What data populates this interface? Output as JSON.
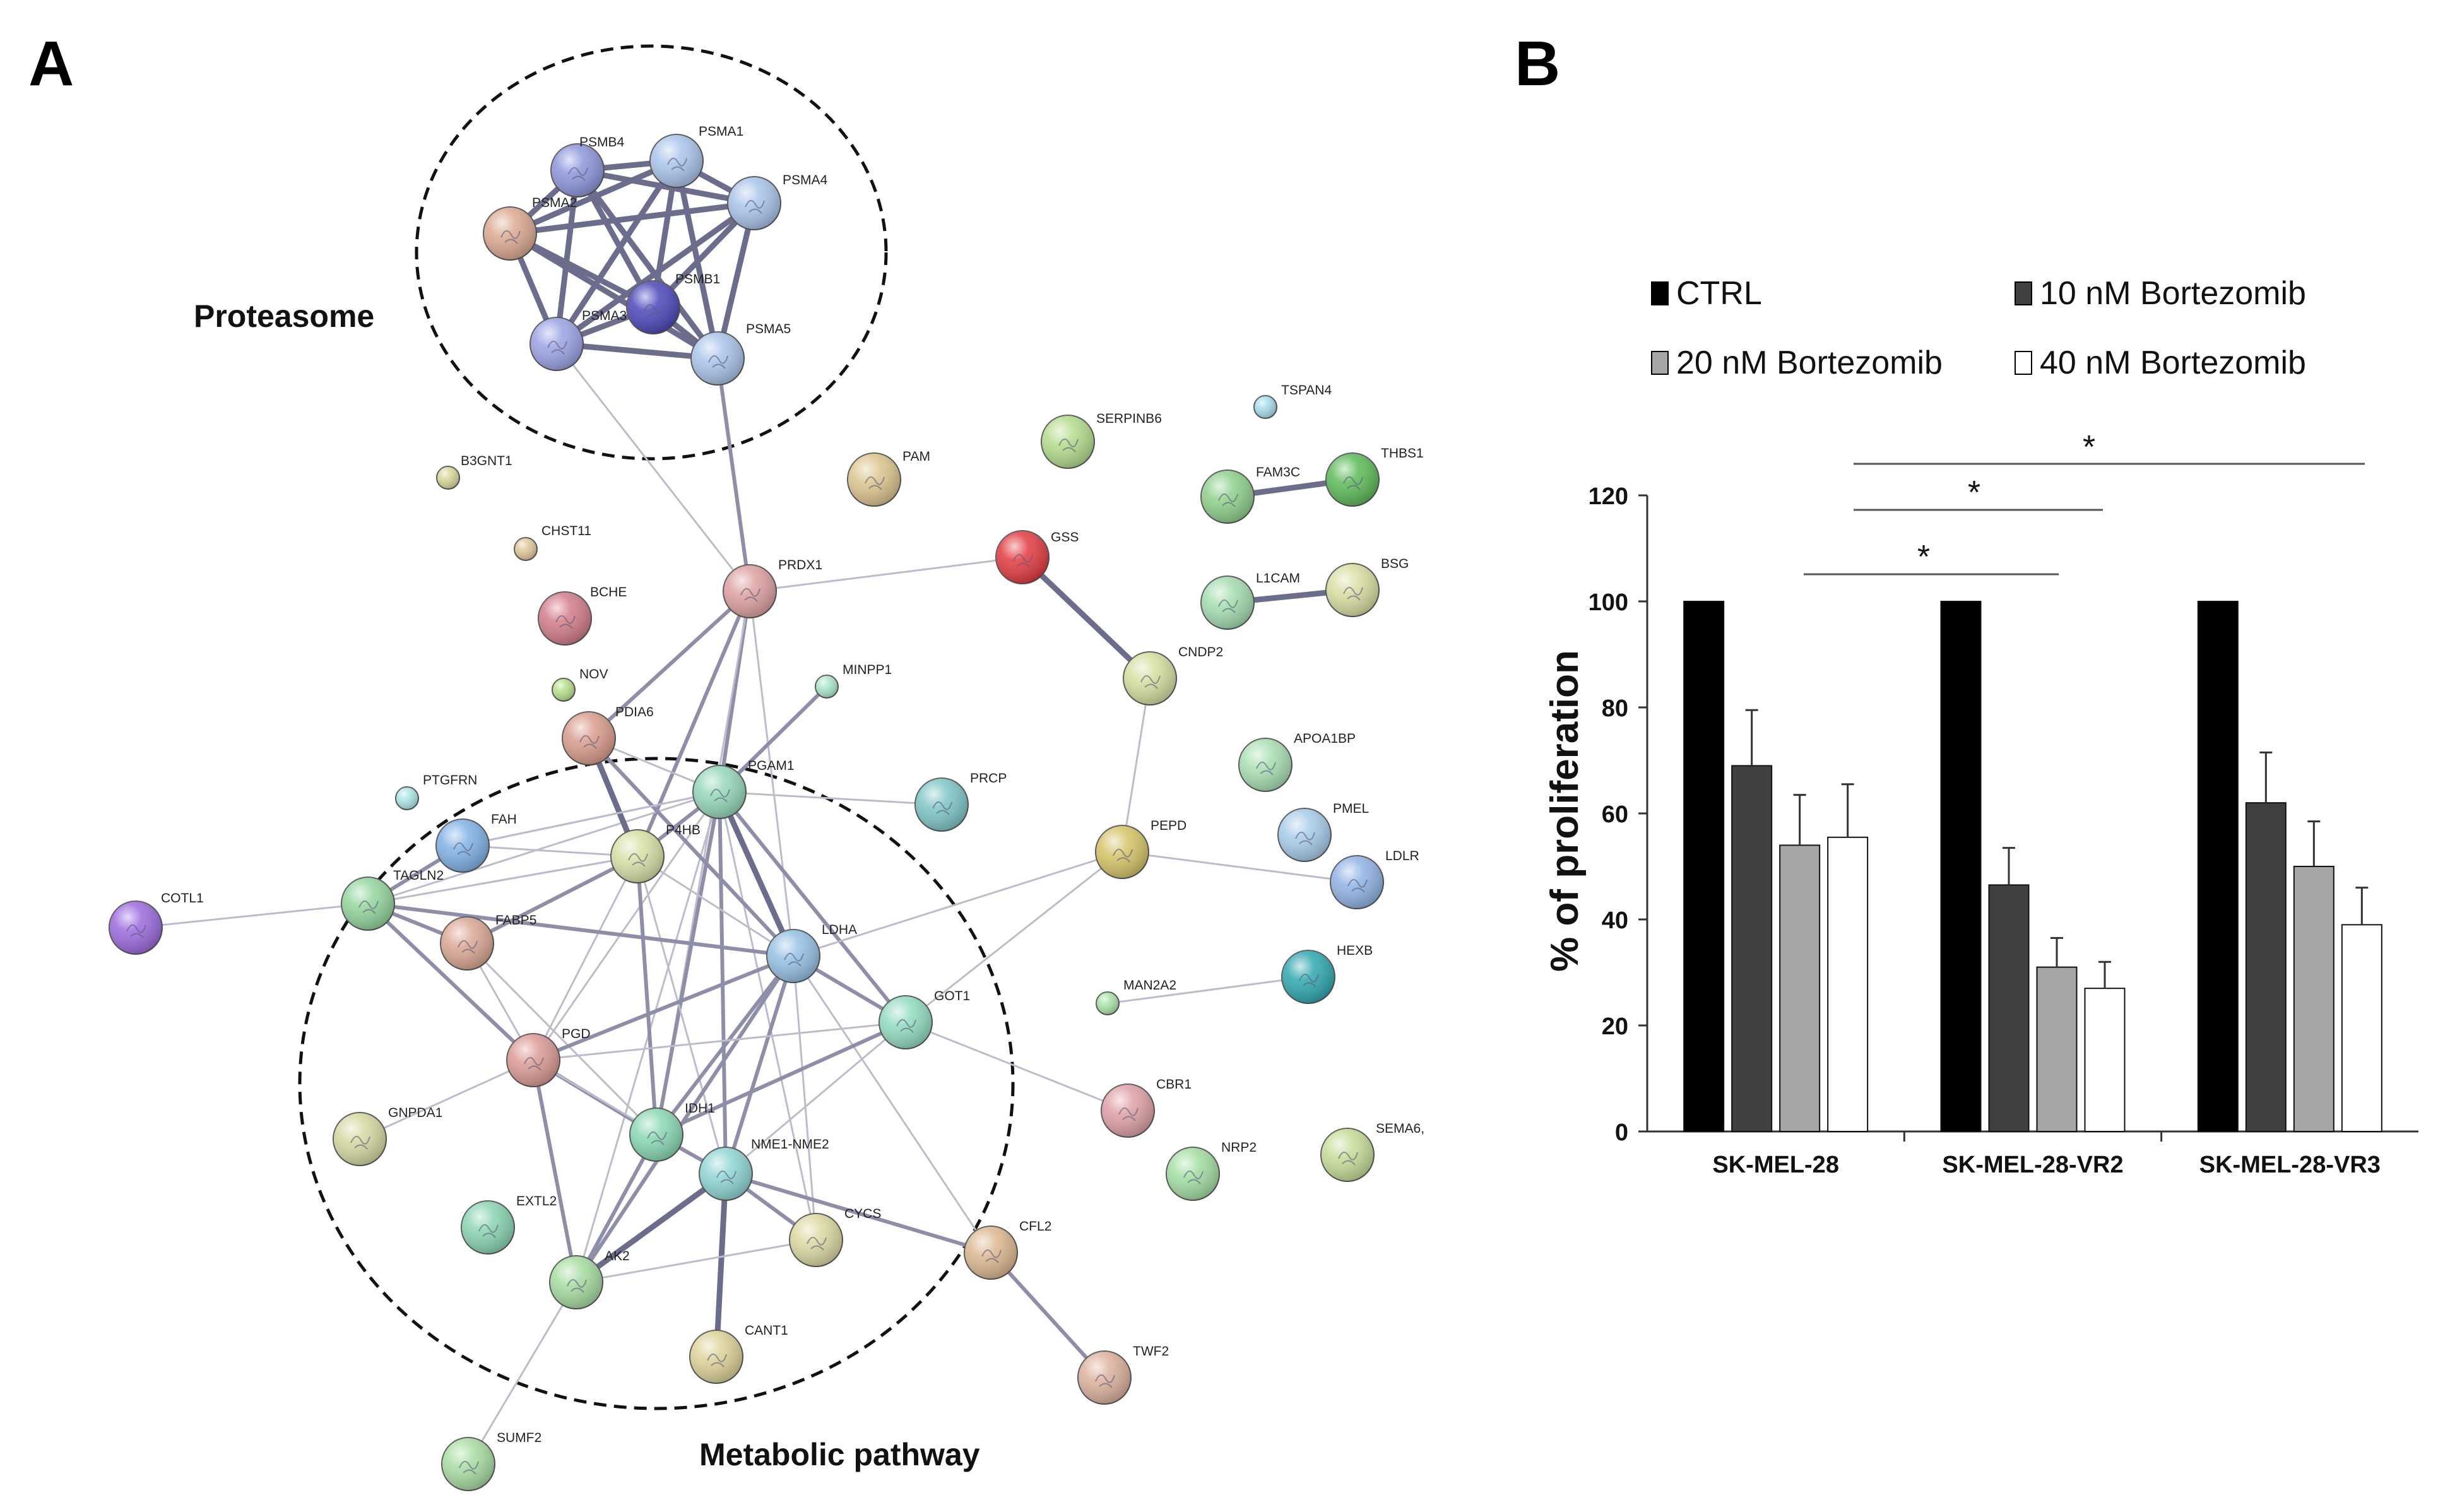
{
  "panel_a": {
    "label": "A",
    "group_labels": {
      "proteasome": "Proteasome",
      "metabolic": "Metabolic pathway"
    },
    "nodes": [
      {
        "id": "PSMB4",
        "label": "PSMB4",
        "color": "#8c96dc",
        "size": "l"
      },
      {
        "id": "PSMA1",
        "label": "PSMA1",
        "color": "#a9c4ea",
        "size": "l"
      },
      {
        "id": "PSMA4",
        "label": "PSMA4",
        "color": "#a9c4ea",
        "size": "l"
      },
      {
        "id": "PSMA2",
        "label": "PSMA2",
        "color": "#dca891",
        "size": "l"
      },
      {
        "id": "PSMB1",
        "label": "PSMB1",
        "color": "#4b47b9",
        "size": "l"
      },
      {
        "id": "PSMA3",
        "label": "PSMA3",
        "color": "#9aa3e4",
        "size": "l"
      },
      {
        "id": "PSMA5",
        "label": "PSMA5",
        "color": "#a9c4ea",
        "size": "l"
      },
      {
        "id": "B3GNT1",
        "label": "B3GNT1",
        "color": "#d9d699",
        "size": "s"
      },
      {
        "id": "CHST11",
        "label": "CHST11",
        "color": "#e0c898",
        "size": "s"
      },
      {
        "id": "BCHE",
        "label": "BCHE",
        "color": "#d27c88",
        "size": "l"
      },
      {
        "id": "NOV",
        "label": "NOV",
        "color": "#b5e08a",
        "size": "s"
      },
      {
        "id": "PDIA6",
        "label": "PDIA6",
        "color": "#d99c8c",
        "size": "l"
      },
      {
        "id": "PAM",
        "label": "PAM",
        "color": "#dcc58e",
        "size": "l"
      },
      {
        "id": "SERPINB6",
        "label": "SERPINB6",
        "color": "#b4dc8c",
        "size": "l"
      },
      {
        "id": "TSPAN4",
        "label": "TSPAN4",
        "color": "#a6dcea",
        "size": "s"
      },
      {
        "id": "FAM3C",
        "label": "FAM3C",
        "color": "#8ed08c",
        "size": "l"
      },
      {
        "id": "THBS1",
        "label": "THBS1",
        "color": "#5cbb57",
        "size": "l"
      },
      {
        "id": "GSS",
        "label": "GSS",
        "color": "#e23a3f",
        "size": "l"
      },
      {
        "id": "PRDX1",
        "label": "PRDX1",
        "color": "#dea0a0",
        "size": "l"
      },
      {
        "id": "L1CAM",
        "label": "L1CAM",
        "color": "#a4ddb0",
        "size": "l"
      },
      {
        "id": "BSG",
        "label": "BSG",
        "color": "#d8dea0",
        "size": "l"
      },
      {
        "id": "CNDP2",
        "label": "CNDP2",
        "color": "#d6de9e",
        "size": "l"
      },
      {
        "id": "MINPP1",
        "label": "MINPP1",
        "color": "#a8e6cc",
        "size": "s"
      },
      {
        "id": "APOA1BP",
        "label": "APOA1BP",
        "color": "#a9dfb3",
        "size": "l"
      },
      {
        "id": "PTGFRN",
        "label": "PTGFRN",
        "color": "#a9e6e6",
        "size": "s"
      },
      {
        "id": "PGAM1",
        "label": "PGAM1",
        "color": "#94d7ba",
        "size": "l"
      },
      {
        "id": "PRCP",
        "label": "PRCP",
        "color": "#7ec6c6",
        "size": "l"
      },
      {
        "id": "PMEL",
        "label": "PMEL",
        "color": "#a6ccea",
        "size": "l"
      },
      {
        "id": "FAH",
        "label": "FAH",
        "color": "#7fb2e5",
        "size": "l"
      },
      {
        "id": "P4HB",
        "label": "P4HB",
        "color": "#d8e0a6",
        "size": "l"
      },
      {
        "id": "PEPD",
        "label": "PEPD",
        "color": "#d6c466",
        "size": "l"
      },
      {
        "id": "LDLR",
        "label": "LDLR",
        "color": "#8fb3e5",
        "size": "l"
      },
      {
        "id": "COTL1",
        "label": "COTL1",
        "color": "#9b6ade",
        "size": "l"
      },
      {
        "id": "TAGLN2",
        "label": "TAGLN2",
        "color": "#92d59c",
        "size": "l"
      },
      {
        "id": "FABP5",
        "label": "FABP5",
        "color": "#dba793",
        "size": "l"
      },
      {
        "id": "LDHA",
        "label": "LDHA",
        "color": "#95c1e4",
        "size": "l"
      },
      {
        "id": "HEXB",
        "label": "HEXB",
        "color": "#2ea8b0",
        "size": "l"
      },
      {
        "id": "MAN2A2",
        "label": "MAN2A2",
        "color": "#a8e3a8",
        "size": "s"
      },
      {
        "id": "GOT1",
        "label": "GOT1",
        "color": "#92dcc0",
        "size": "l"
      },
      {
        "id": "PGD",
        "label": "PGD",
        "color": "#db9a94",
        "size": "l"
      },
      {
        "id": "CBR1",
        "label": "CBR1",
        "color": "#dea0a6",
        "size": "l"
      },
      {
        "id": "GNPDA1",
        "label": "GNPDA1",
        "color": "#d6d8a0",
        "size": "l"
      },
      {
        "id": "IDH1",
        "label": "IDH1",
        "color": "#89d8b3",
        "size": "l"
      },
      {
        "id": "NME1-NME2",
        "label": "NME1-NME2",
        "color": "#8ed6d4",
        "size": "l"
      },
      {
        "id": "SEMA6A",
        "label": "SEMA6,",
        "color": "#c6dd96",
        "size": "l"
      },
      {
        "id": "NRP2",
        "label": "NRP2",
        "color": "#a2dea2",
        "size": "l"
      },
      {
        "id": "EXTL2",
        "label": "EXTL2",
        "color": "#89d4b2",
        "size": "l"
      },
      {
        "id": "CYCS",
        "label": "CYCS",
        "color": "#dcd8a2",
        "size": "l"
      },
      {
        "id": "CFL2",
        "label": "CFL2",
        "color": "#dcb890",
        "size": "l"
      },
      {
        "id": "AK2",
        "label": "AK2",
        "color": "#a6dca0",
        "size": "l"
      },
      {
        "id": "CANT1",
        "label": "CANT1",
        "color": "#dcd296",
        "size": "l"
      },
      {
        "id": "TWF2",
        "label": "TWF2",
        "color": "#dcb09c",
        "size": "l"
      },
      {
        "id": "SUMF2",
        "label": "SUMF2",
        "color": "#a9dca2",
        "size": "l"
      }
    ],
    "edges": [
      [
        "PSMB4",
        "PSMA1",
        3
      ],
      [
        "PSMB4",
        "PSMA4",
        3
      ],
      [
        "PSMB4",
        "PSMA2",
        3
      ],
      [
        "PSMB4",
        "PSMB1",
        3
      ],
      [
        "PSMB4",
        "PSMA3",
        3
      ],
      [
        "PSMB4",
        "PSMA5",
        3
      ],
      [
        "PSMA1",
        "PSMA4",
        3
      ],
      [
        "PSMA1",
        "PSMA2",
        3
      ],
      [
        "PSMA1",
        "PSMB1",
        3
      ],
      [
        "PSMA1",
        "PSMA3",
        3
      ],
      [
        "PSMA1",
        "PSMA5",
        3
      ],
      [
        "PSMA4",
        "PSMA2",
        3
      ],
      [
        "PSMA4",
        "PSMB1",
        3
      ],
      [
        "PSMA4",
        "PSMA3",
        3
      ],
      [
        "PSMA4",
        "PSMA5",
        3
      ],
      [
        "PSMA2",
        "PSMB1",
        3
      ],
      [
        "PSMA2",
        "PSMA3",
        3
      ],
      [
        "PSMA2",
        "PSMA5",
        3
      ],
      [
        "PSMB1",
        "PSMA3",
        3
      ],
      [
        "PSMB1",
        "PSMA5",
        3
      ],
      [
        "PSMA3",
        "PSMA5",
        3
      ],
      [
        "PSMA3",
        "PRDX1",
        1
      ],
      [
        "PSMA5",
        "PRDX1",
        2
      ],
      [
        "PRDX1",
        "GSS",
        1
      ],
      [
        "GSS",
        "CNDP2",
        3
      ],
      [
        "CNDP2",
        "PEPD",
        1
      ],
      [
        "FAM3C",
        "THBS1",
        3
      ],
      [
        "L1CAM",
        "BSG",
        3
      ],
      [
        "PRDX1",
        "PDIA6",
        2
      ],
      [
        "PRDX1",
        "P4HB",
        2
      ],
      [
        "PRDX1",
        "PGAM1",
        2
      ],
      [
        "PRDX1",
        "LDHA",
        1
      ],
      [
        "PRDX1",
        "IDH1",
        1
      ],
      [
        "PGAM1",
        "MINPP1",
        2
      ],
      [
        "PGAM1",
        "PRCP",
        1
      ],
      [
        "PGAM1",
        "P4HB",
        2
      ],
      [
        "PGAM1",
        "LDHA",
        3
      ],
      [
        "PGAM1",
        "TAGLN2",
        1
      ],
      [
        "PGAM1",
        "FAH",
        1
      ],
      [
        "PGAM1",
        "PGD",
        1
      ],
      [
        "PGAM1",
        "GOT1",
        2
      ],
      [
        "PGAM1",
        "IDH1",
        2
      ],
      [
        "PGAM1",
        "NME1-NME2",
        2
      ],
      [
        "PGAM1",
        "AK2",
        1
      ],
      [
        "PGAM1",
        "CYCS",
        1
      ],
      [
        "PDIA6",
        "P4HB",
        3
      ],
      [
        "PDIA6",
        "PGAM1",
        1
      ],
      [
        "PDIA6",
        "LDHA",
        2
      ],
      [
        "P4HB",
        "FAH",
        1
      ],
      [
        "P4HB",
        "FABP5",
        2
      ],
      [
        "P4HB",
        "PGD",
        1
      ],
      [
        "P4HB",
        "LDHA",
        1
      ],
      [
        "P4HB",
        "IDH1",
        2
      ],
      [
        "P4HB",
        "NME1-NME2",
        1
      ],
      [
        "P4HB",
        "TAGLN2",
        1
      ],
      [
        "COTL1",
        "TAGLN2",
        1
      ],
      [
        "TAGLN2",
        "FAH",
        2
      ],
      [
        "TAGLN2",
        "FABP5",
        2
      ],
      [
        "TAGLN2",
        "LDHA",
        2
      ],
      [
        "TAGLN2",
        "PGD",
        2
      ],
      [
        "TAGLN2",
        "P4HB",
        1
      ],
      [
        "FABP5",
        "PGD",
        1
      ],
      [
        "FABP5",
        "IDH1",
        1
      ],
      [
        "LDHA",
        "GOT1",
        2
      ],
      [
        "LDHA",
        "PGD",
        2
      ],
      [
        "LDHA",
        "IDH1",
        2
      ],
      [
        "LDHA",
        "NME1-NME2",
        2
      ],
      [
        "LDHA",
        "AK2",
        2
      ],
      [
        "LDHA",
        "CYCS",
        1
      ],
      [
        "LDHA",
        "CFL2",
        1
      ],
      [
        "LDHA",
        "PEPD",
        1
      ],
      [
        "GOT1",
        "PGD",
        1
      ],
      [
        "GOT1",
        "IDH1",
        2
      ],
      [
        "GOT1",
        "NME1-NME2",
        1
      ],
      [
        "GOT1",
        "CBR1",
        1
      ],
      [
        "GOT1",
        "PEPD",
        1
      ],
      [
        "PGD",
        "IDH1",
        2
      ],
      [
        "PGD",
        "NME1-NME2",
        1
      ],
      [
        "PGD",
        "AK2",
        2
      ],
      [
        "PGD",
        "GNPDA1",
        1
      ],
      [
        "IDH1",
        "NME1-NME2",
        2
      ],
      [
        "IDH1",
        "AK2",
        2
      ],
      [
        "NME1-NME2",
        "AK2",
        3
      ],
      [
        "NME1-NME2",
        "CANT1",
        3
      ],
      [
        "NME1-NME2",
        "CYCS",
        2
      ],
      [
        "NME1-NME2",
        "CFL2",
        2
      ],
      [
        "CYCS",
        "AK2",
        1
      ],
      [
        "CFL2",
        "TWF2",
        2
      ],
      [
        "AK2",
        "SUMF2",
        1
      ],
      [
        "PEPD",
        "LDLR",
        1
      ],
      [
        "MAN2A2",
        "HEXB",
        1
      ],
      [
        "FAH",
        "PGAM1",
        1
      ]
    ]
  },
  "panel_b": {
    "label": "B",
    "significance_marks": [
      "*",
      "*",
      "*"
    ],
    "series_colors": [
      "#000000",
      "#404040",
      "#a6a6a6",
      "#ffffff"
    ]
  },
  "chart_data": {
    "type": "bar",
    "categories": [
      "SK-MEL-28",
      "SK-MEL-28-VR2",
      "SK-MEL-28-VR3"
    ],
    "series": [
      {
        "name": "CTRL",
        "values": [
          100,
          100,
          100
        ],
        "errors": [
          0,
          0,
          0
        ]
      },
      {
        "name": "10 nM Bortezomib",
        "values": [
          69,
          46.5,
          62
        ],
        "errors": [
          10.5,
          7,
          9.5
        ]
      },
      {
        "name": "20 nM Bortezomib",
        "values": [
          54,
          31,
          50
        ],
        "errors": [
          9.5,
          5.5,
          8.5
        ]
      },
      {
        "name": "40 nM Bortezomib",
        "values": [
          55.5,
          27,
          39
        ],
        "errors": [
          10,
          5,
          7
        ]
      }
    ],
    "xlabel": "",
    "ylabel": "% of proliferation",
    "ylim": [
      0,
      120
    ],
    "yticks": [
      "0",
      "20",
      "40",
      "60",
      "80",
      "100",
      "120"
    ],
    "legend_position": "top",
    "grid": false
  }
}
